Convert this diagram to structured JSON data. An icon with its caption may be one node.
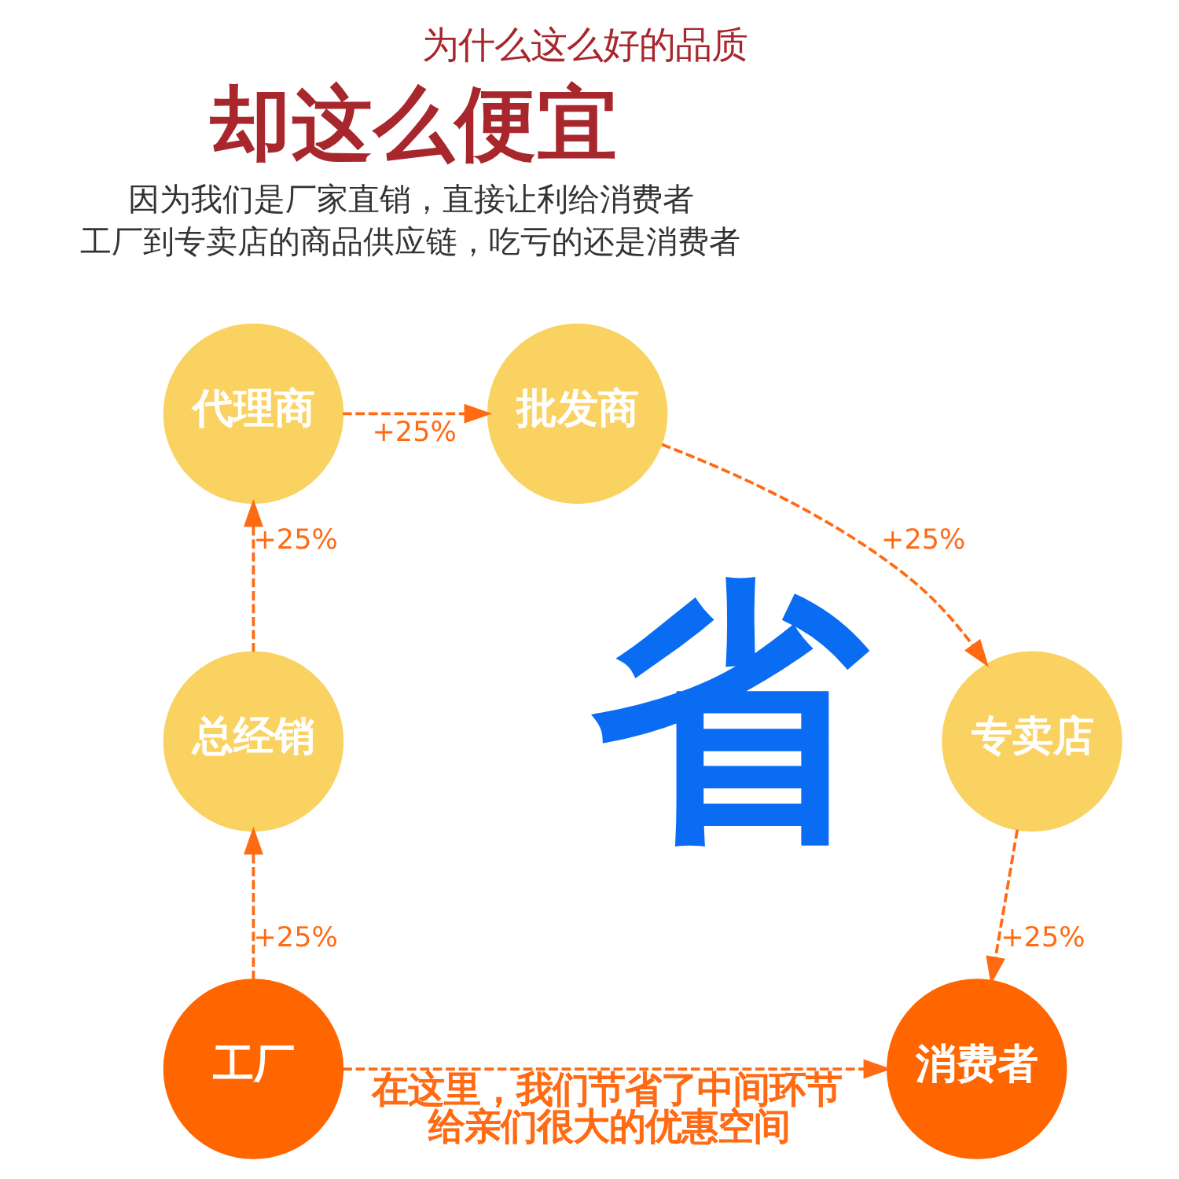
{
  "diagram": {
    "title": "为什么这么好的品质",
    "nodes": [
      {
        "text": [
          "工厂"
        ]
      },
      {
        "text": [
          "总经销"
        ]
      },
      {
        "text": [
          "代理商"
        ]
      },
      {
        "text": [
          "批发商"
        ]
      },
      {
        "text": [
          "专卖店"
        ]
      },
      {
        "text": [
          "消费者"
        ]
      }
    ],
    "edges": [
      {
        "from": 0,
        "to": 1,
        "arrow": "to",
        "label": "+25%",
        "style": "dashed"
      },
      {
        "from": 1,
        "to": 2,
        "arrow": "to",
        "label": "+25%",
        "style": "dashed"
      },
      {
        "from": 2,
        "to": 3,
        "arrow": "to",
        "label": "+25%",
        "style": "dashed"
      },
      {
        "from": 3,
        "to": 4,
        "arrow": "to",
        "label": "+25%",
        "style": "dashed"
      },
      {
        "from": 4,
        "to": 5,
        "arrow": "to",
        "label": "+25%",
        "style": "dashed"
      },
      {
        "from": 0,
        "to": 5,
        "arrow": "to",
        "label": "在这里，我们节省了中间环节给亲们很大的优惠空间",
        "style": "dashed"
      }
    ],
    "labels": [
      "却这么便宜",
      "因为我们是厂家直销，直接让利给消费者",
      "工厂到专卖店的商品供应链，吃亏的还是消费者",
      "省"
    ]
  }
}
